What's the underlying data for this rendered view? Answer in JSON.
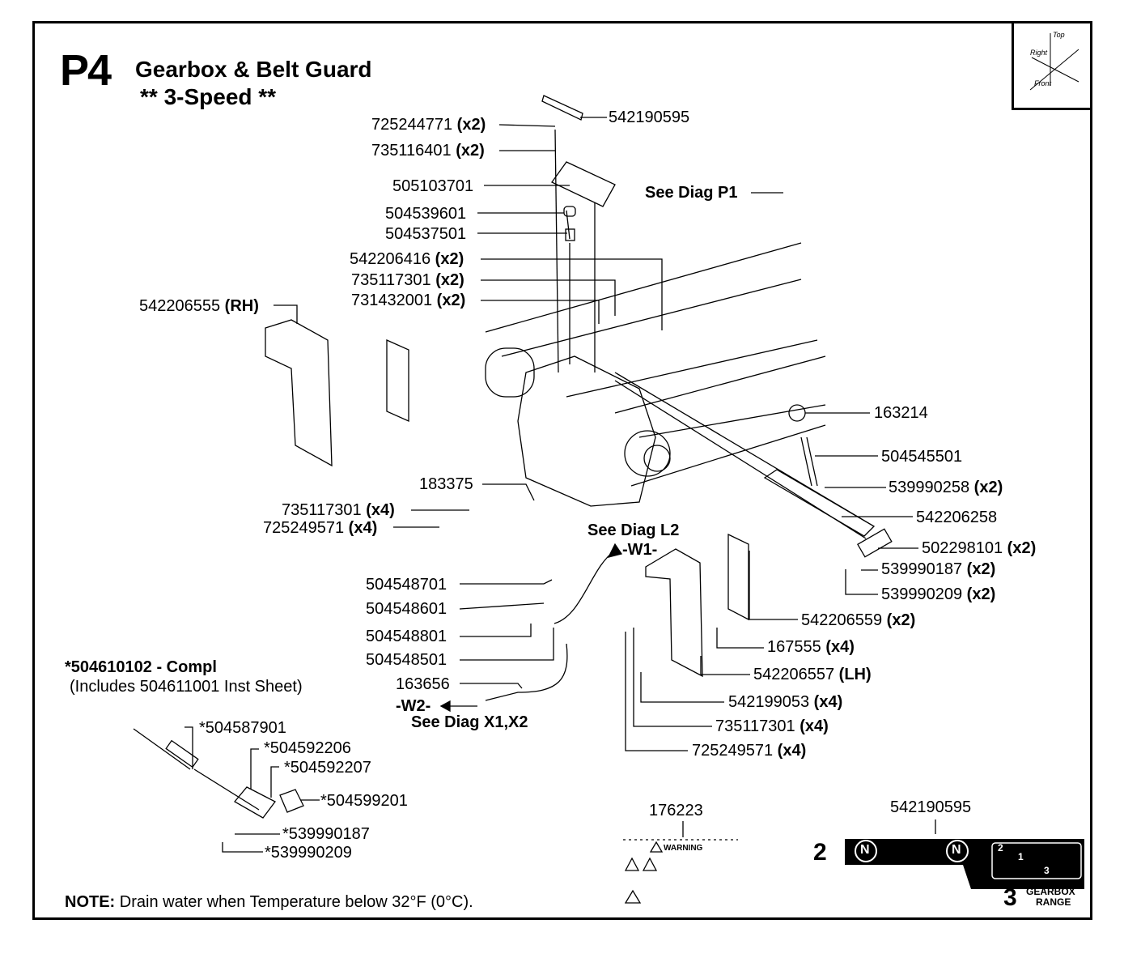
{
  "header": {
    "code": "P4",
    "title": "Gearbox & Belt Guard",
    "subtitle": "** 3-Speed **"
  },
  "orientation": {
    "top": "Top",
    "right": "Right",
    "front": "Front"
  },
  "parts": {
    "p725244771": {
      "num": "725244771",
      "qty": "(x2)"
    },
    "p735116401": {
      "num": "735116401",
      "qty": "(x2)"
    },
    "p542190595_top": {
      "num": "542190595",
      "qty": ""
    },
    "p505103701": {
      "num": "505103701",
      "qty": ""
    },
    "see_p1": "See Diag P1",
    "p504539601": {
      "num": "504539601",
      "qty": ""
    },
    "p504537501": {
      "num": "504537501",
      "qty": ""
    },
    "p542206416": {
      "num": "542206416",
      "qty": "(x2)"
    },
    "p735117301a": {
      "num": "735117301",
      "qty": "(x2)"
    },
    "p731432001": {
      "num": "731432001",
      "qty": "(x2)"
    },
    "p542206555": {
      "num": "542206555",
      "qty": "(RH)"
    },
    "p163214": {
      "num": "163214",
      "qty": ""
    },
    "p504545501": {
      "num": "504545501",
      "qty": ""
    },
    "p539990258": {
      "num": "539990258",
      "qty": "(x2)"
    },
    "p542206258": {
      "num": "542206258",
      "qty": ""
    },
    "p502298101": {
      "num": "502298101",
      "qty": "(x2)"
    },
    "p539990187": {
      "num": "539990187",
      "qty": "(x2)"
    },
    "p539990209": {
      "num": "539990209",
      "qty": "(x2)"
    },
    "p183375": {
      "num": "183375",
      "qty": ""
    },
    "p735117301b": {
      "num": "735117301",
      "qty": "(x4)"
    },
    "p725249571a": {
      "num": "725249571",
      "qty": "(x4)"
    },
    "see_l2": "See Diag L2",
    "w1": "-W1-",
    "p504548701": {
      "num": "504548701",
      "qty": ""
    },
    "p504548601": {
      "num": "504548601",
      "qty": ""
    },
    "p504548801": {
      "num": "504548801",
      "qty": ""
    },
    "p504548501": {
      "num": "504548501",
      "qty": ""
    },
    "p163656": {
      "num": "163656",
      "qty": ""
    },
    "w2": "-W2-",
    "see_x": "See Diag X1,X2",
    "p542206559": {
      "num": "542206559",
      "qty": "(x2)"
    },
    "p167555": {
      "num": "167555",
      "qty": "(x4)"
    },
    "p542206557": {
      "num": "542206557",
      "qty": "(LH)"
    },
    "p542199053": {
      "num": "542199053",
      "qty": "(x4)"
    },
    "p735117301c": {
      "num": "735117301",
      "qty": "(x4)"
    },
    "p725249571b": {
      "num": "725249571",
      "qty": "(x4)"
    }
  },
  "kit": {
    "title": "*504610102 - Compl",
    "includes": "(Includes 504611001 Inst Sheet)",
    "items": [
      "*504587901",
      "*504592206",
      "*504592207",
      "*504599201",
      "*539990187",
      "*539990209"
    ]
  },
  "decals": {
    "warning_part": "176223",
    "warning_text": "WARNING",
    "gearbox_part": "542190595",
    "num2": "2",
    "num3": "3",
    "n": "N",
    "range1": "GEARBOX",
    "range2": "RANGE",
    "gear_labels": [
      "2",
      "1",
      "3"
    ]
  },
  "note": {
    "label": "NOTE:",
    "text": " Drain water when Temperature below 32°F (0°C)."
  }
}
